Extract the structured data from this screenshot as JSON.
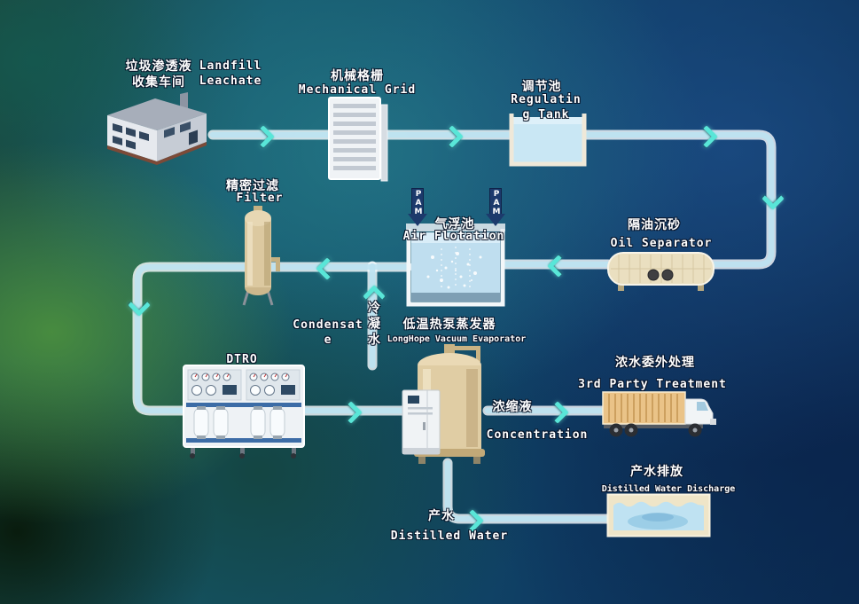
{
  "nodes": {
    "factory": {
      "zh": "垃圾渗透液\n收集车间",
      "en": "Landfill\nLeachate"
    },
    "mechanical_grid": {
      "zh": "机械格栅",
      "en": "Mechanical Grid"
    },
    "regulating_tank": {
      "zh": "调节池",
      "en": "Regulating Tank"
    },
    "oil_separator": {
      "zh": "隔油沉砂",
      "en": "Oil Separator"
    },
    "air_flotation": {
      "zh": "气浮池",
      "en": "Air Flotation",
      "dosing": "PAM"
    },
    "filter": {
      "zh": "精密过滤",
      "en": "Filter"
    },
    "dtro": {
      "en": "DTRO"
    },
    "evaporator": {
      "zh": "低温热泵蒸发器",
      "en": "LongHope Vacuum Evaporator"
    },
    "third_party": {
      "zh": "浓水委外处理",
      "en": "3rd Party Treatment"
    },
    "discharge": {
      "zh": "产水排放",
      "en": "Distilled Water Discharge"
    }
  },
  "streams": {
    "condensate": {
      "zh": "冷凝水",
      "en": "Condensate"
    },
    "concentrate": {
      "zh": "浓缩液",
      "en": "Concentration"
    },
    "product": {
      "zh": "产水",
      "en": "Distilled Water"
    }
  },
  "colors": {
    "flow_arrow": "#59e6d8",
    "pipe": "#bfe3f1",
    "dosing_arrow": "#1c3a6c",
    "vessel_tan": "#dcc9a0",
    "water": "#bfdeef"
  }
}
